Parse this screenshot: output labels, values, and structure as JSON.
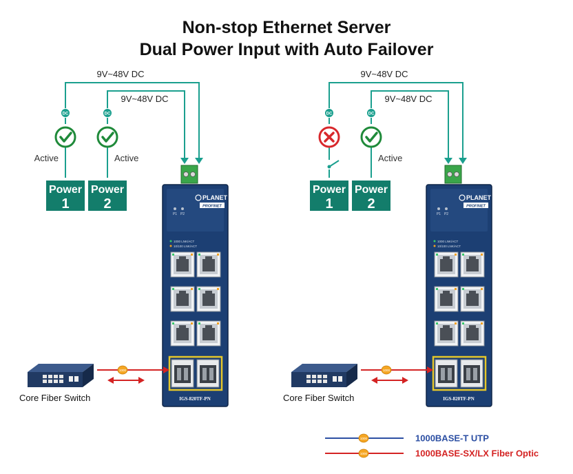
{
  "title_line1": "Non-stop Ethernet Server",
  "title_line2": "Dual Power Input with Auto Failover",
  "colors": {
    "dc_line": "#1a9f8e",
    "power_box": "#137d6b",
    "active_check": "#1f8a3a",
    "fail_x": "#d8282c",
    "utp": "#2c4fa3",
    "fiber": "#d42323",
    "switch_body": "#1c3f73",
    "sfp_border": "#e6c72a",
    "badge": "#f5a623"
  },
  "scenarios": [
    {
      "voltage_outer": "9V~48V DC",
      "voltage_inner": "9V~48V DC",
      "dc_label": "DC",
      "power1": {
        "word": "Power",
        "num": "1",
        "status": "Active",
        "state": "ok"
      },
      "power2": {
        "word": "Power",
        "num": "2",
        "status": "Active",
        "state": "ok"
      },
      "switch": {
        "brand": "PLANET",
        "sub": "PROFINET",
        "led_p1": "P1",
        "led_p2": "P2",
        "led_legend1": "1000    LNK/ACT",
        "led_legend2": "10/100  LNK/ACT",
        "model": "IGS-820TF-PN"
      },
      "core_label": "Core Fiber Switch",
      "badge_text": "1000"
    },
    {
      "voltage_outer": "9V~48V DC",
      "voltage_inner": "9V~48V DC",
      "dc_label": "DC",
      "power1": {
        "word": "Power",
        "num": "1",
        "status": "",
        "state": "fail"
      },
      "power2": {
        "word": "Power",
        "num": "2",
        "status": "Active",
        "state": "ok"
      },
      "switch": {
        "brand": "PLANET",
        "sub": "PROFINET",
        "led_p1": "P1",
        "led_p2": "P2",
        "led_legend1": "1000    LNK/ACT",
        "led_legend2": "10/100  LNK/ACT",
        "model": "IGS-820TF-PN"
      },
      "core_label": "Core Fiber Switch",
      "badge_text": "1000"
    }
  ],
  "legend": [
    {
      "label": "1000BASE-T UTP",
      "kind": "utp",
      "badge_text": "1000"
    },
    {
      "label": "1000BASE-SX/LX Fiber Optic",
      "kind": "fiber",
      "badge_text": "1000"
    }
  ]
}
